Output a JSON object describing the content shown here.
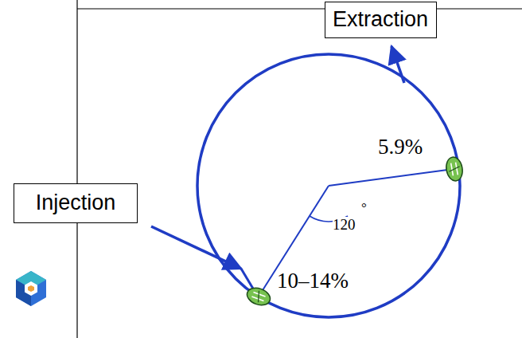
{
  "diagram": {
    "nodes": [
      {
        "text": [
          "Extraction"
        ]
      },
      {
        "text": [
          "Injection"
        ]
      }
    ],
    "labels": [
      "5.9%",
      "120",
      "°",
      "10–14%"
    ]
  }
}
